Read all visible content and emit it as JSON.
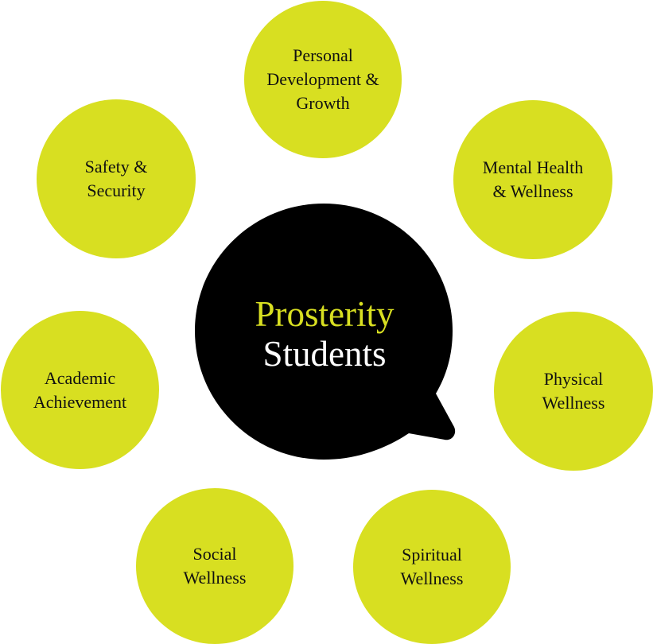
{
  "colors": {
    "node_fill": "#d8df21",
    "center_fill": "#000000",
    "center_title_color": "#d8df21",
    "center_subtitle_color": "#ffffff",
    "node_text_color": "#111111"
  },
  "center": {
    "title": "Prosterity",
    "subtitle": "Students"
  },
  "nodes": [
    {
      "id": "personal-development",
      "lines": [
        "Personal",
        "Development &",
        "Growth"
      ]
    },
    {
      "id": "mental-health",
      "lines": [
        "Mental Health",
        "& Wellness"
      ]
    },
    {
      "id": "physical-wellness",
      "lines": [
        "Physical",
        "Wellness"
      ]
    },
    {
      "id": "spiritual-wellness",
      "lines": [
        "Spiritual",
        "Wellness"
      ]
    },
    {
      "id": "social-wellness",
      "lines": [
        "Social",
        "Wellness"
      ]
    },
    {
      "id": "academic-achievement",
      "lines": [
        "Academic",
        "Achievement"
      ]
    },
    {
      "id": "safety-security",
      "lines": [
        "Safety &",
        "Security"
      ]
    }
  ]
}
